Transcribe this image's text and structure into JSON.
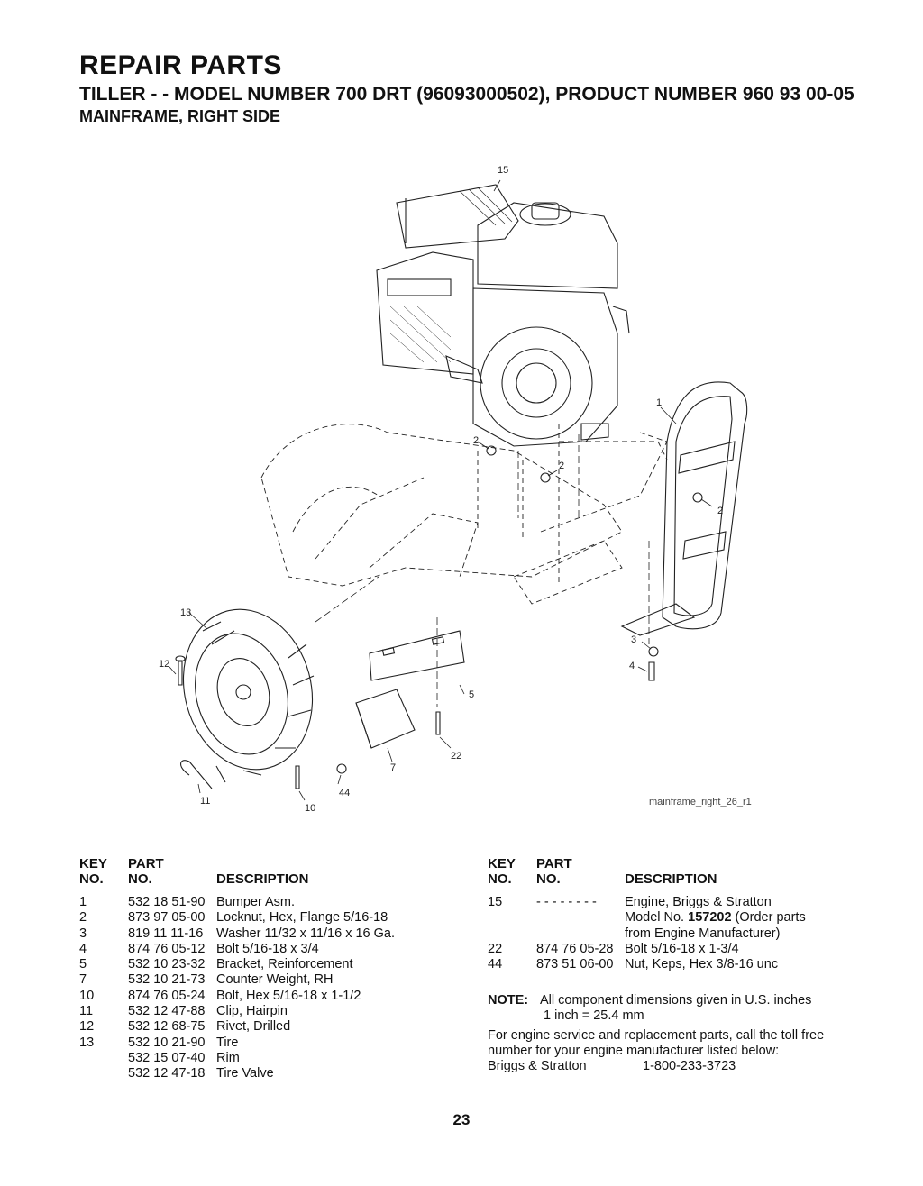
{
  "header": {
    "title": "REPAIR PARTS",
    "subtitle": "TILLER - - MODEL NUMBER 700 DRT (96093000502), PRODUCT NUMBER 960 93 00-05",
    "section": "MAINFRAME, RIGHT SIDE"
  },
  "diagram": {
    "callouts": {
      "c15": "15",
      "c1": "1",
      "c2a": "2",
      "c2b": "2",
      "c2c": "2",
      "c13": "13",
      "c12": "12",
      "c3": "3",
      "c4": "4",
      "c5": "5",
      "c22": "22",
      "c7": "7",
      "c44": "44",
      "c11": "11",
      "c10": "10"
    },
    "figure_ref": "mainframe_right_26_r1"
  },
  "table_headers": {
    "key": "KEY",
    "no": "NO.",
    "part": "PART",
    "part_no": "NO.",
    "description": "DESCRIPTION"
  },
  "parts_left": [
    {
      "key": "1",
      "part": "532 18 51-90",
      "desc": "Bumper Asm."
    },
    {
      "key": "2",
      "part": "873 97 05-00",
      "desc": "Locknut, Hex, Flange  5/16-18"
    },
    {
      "key": "3",
      "part": "819 11 11-16",
      "desc": "Washer 11/32 x 11/16 x 16 Ga."
    },
    {
      "key": "4",
      "part": "874 76 05-12",
      "desc": "Bolt 5/16-18 x 3/4"
    },
    {
      "key": "5",
      "part": "532 10 23-32",
      "desc": "Bracket, Reinforcement"
    },
    {
      "key": "7",
      "part": "532 10 21-73",
      "desc": "Counter Weight, RH"
    },
    {
      "key": "10",
      "part": "874 76 05-24",
      "desc": "Bolt, Hex  5/16-18 x 1-1/2"
    },
    {
      "key": "11",
      "part": "532 12 47-88",
      "desc": "Clip, Hairpin"
    },
    {
      "key": "12",
      "part": "532 12 68-75",
      "desc": "Rivet, Drilled"
    },
    {
      "key": "13",
      "part": "532 10 21-90",
      "desc": "Tire"
    },
    {
      "key": "",
      "part": "532 15 07-40",
      "desc": "Rim"
    },
    {
      "key": "",
      "part": "532 12 47-18",
      "desc": "Tire Valve"
    }
  ],
  "parts_right": [
    {
      "key": "15",
      "part": "- - - - - - - -",
      "desc": "Engine, Briggs & Stratton"
    },
    {
      "key": "",
      "part": "",
      "desc_pre": "Model No. ",
      "desc_bold": "157202",
      "desc_post": " (Order parts"
    },
    {
      "key": "",
      "part": "",
      "desc": "from Engine Manufacturer)"
    },
    {
      "key": "22",
      "part": "874 76 05-28",
      "desc": "Bolt 5/16-18 x 1-3/4"
    },
    {
      "key": "44",
      "part": "873 51 06-00",
      "desc": "Nut, Keps, Hex 3/8-16 unc"
    }
  ],
  "note": {
    "label": "NOTE:",
    "line1": "All component dimensions given in U.S. inches",
    "line2": "1 inch = 25.4 mm",
    "service_line1": "For engine service and replacement parts, call the toll free",
    "service_line2": "number for your engine manufacturer listed below:",
    "manufacturer": "Briggs & Stratton",
    "phone": "1-800-233-3723"
  },
  "page_number": "23"
}
